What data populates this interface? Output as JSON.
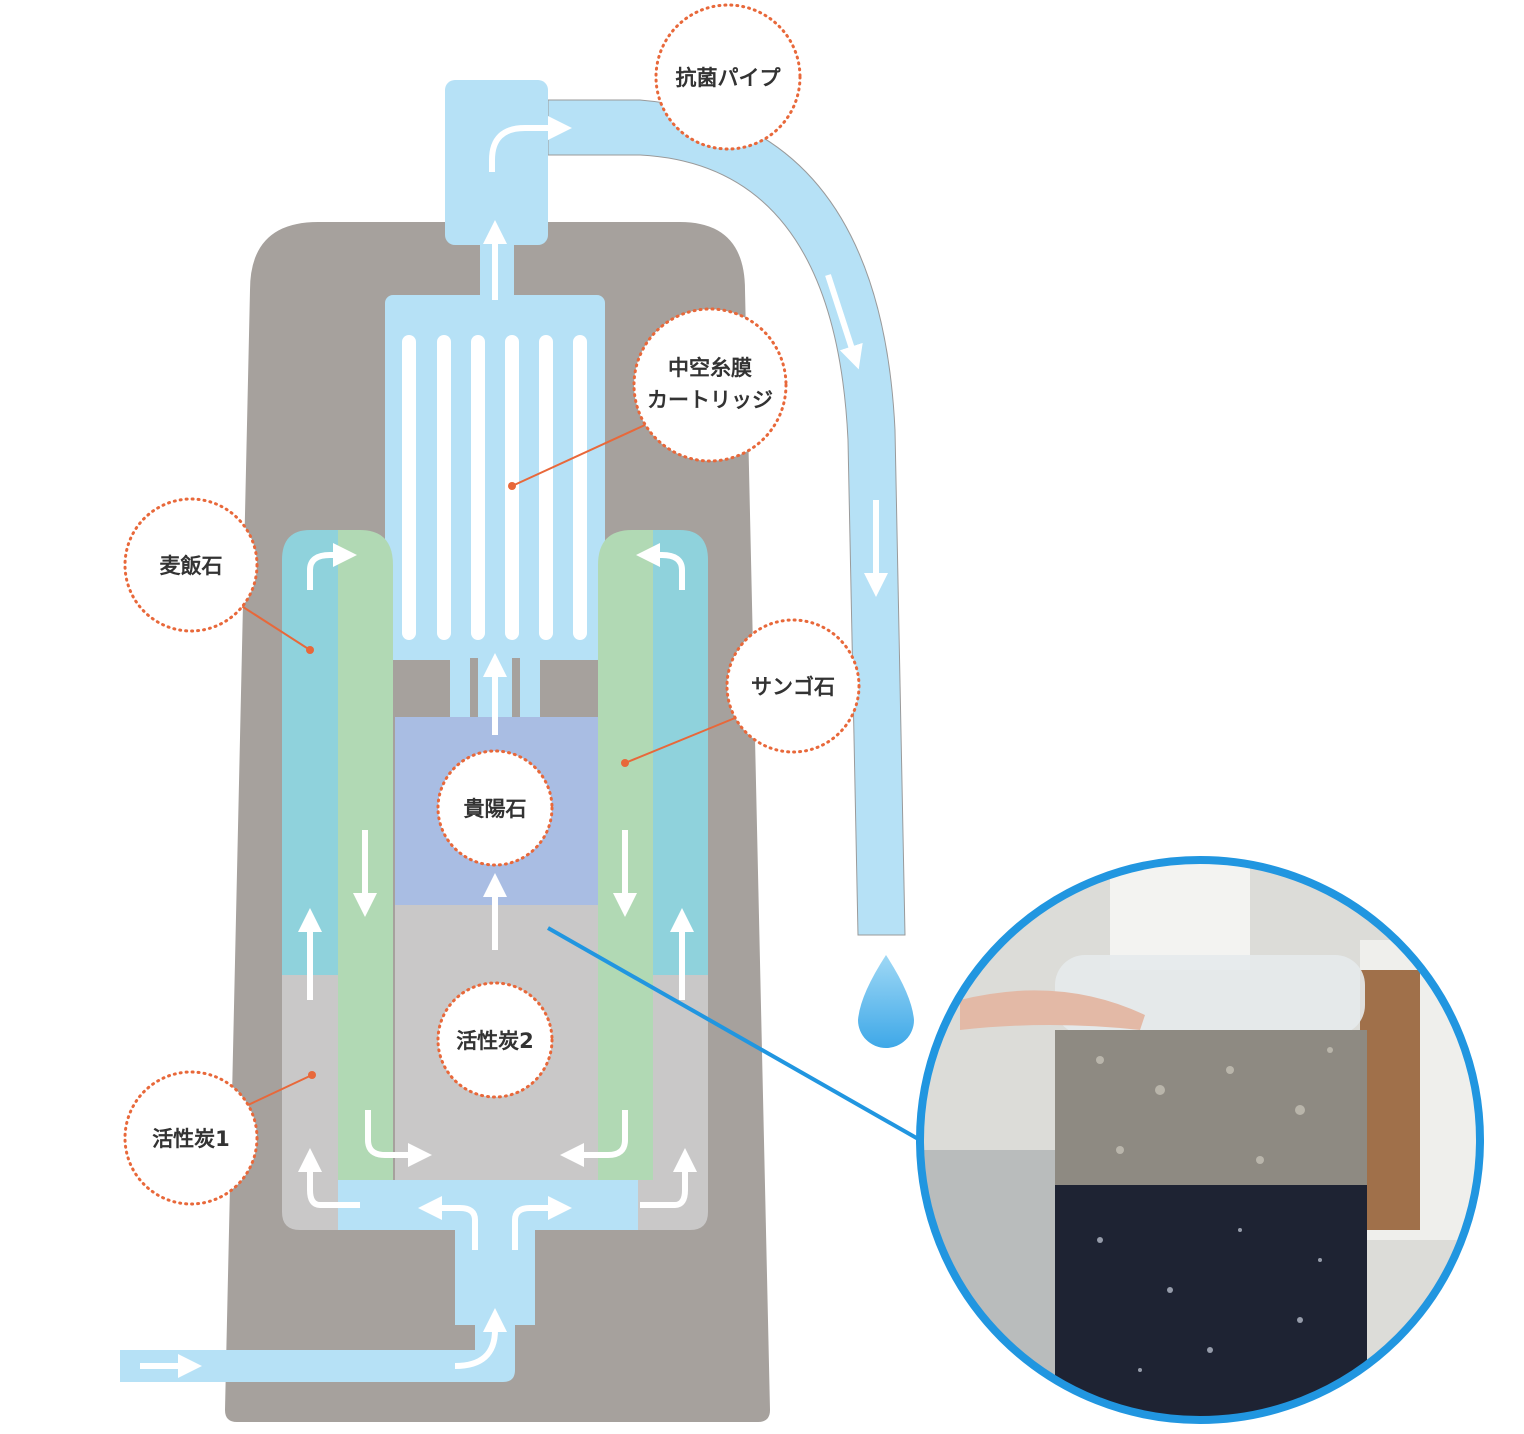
{
  "labels": {
    "antibacterial_pipe": "抗菌パイプ",
    "hollow_fiber_line1": "中空糸膜",
    "hollow_fiber_line2": "カートリッジ",
    "bakuhanseki": "麦飯石",
    "coral_stone": "サンゴ石",
    "kiyoseki": "貴陽石",
    "activated_carbon_2": "活性炭2",
    "activated_carbon_1": "活性炭1"
  },
  "colors": {
    "body": "#a6a19d",
    "water": "#b6e1f6",
    "bakuhanseki": "#8fd2dc",
    "coral": "#b1d9b4",
    "kiyoseki": "#a9bde3",
    "carbon": "#c9c8c8",
    "accent": "#e8683a",
    "photo_ring": "#2196e0"
  }
}
